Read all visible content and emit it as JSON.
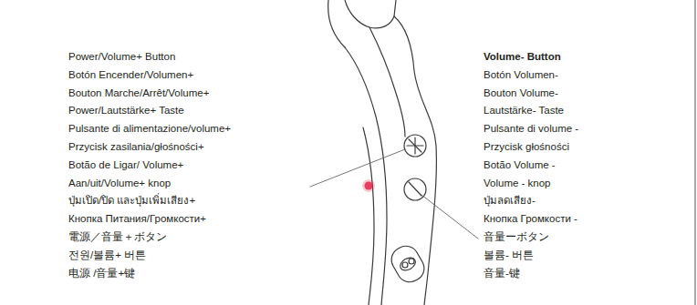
{
  "diagram": {
    "labels": [
      "Power/Volume+ Button",
      "Botón Encender/Volumen+",
      "Bouton Marche/Arrêt/Volume+",
      "Power/Lautstärke+ Taste",
      "Pulsante di alimentazione/volume+",
      "Przycisk zasilania/głośności+",
      "Botão de Ligar/ Volume+",
      "Aan/uit/Volume+ knop",
      "ปุ่มเปิด/ปิด และปุ่มเพิ่มเสียง+",
      "Кнопка Питания/Громкости+",
      "電源／音量＋ボタン",
      "전원/볼륨+ 버튼",
      "电源 /音量+键",
      "Volume- Button",
      "Botón Volumen-",
      "Bouton Volume-",
      "Lautstärke- Taste",
      "Pulsante di volume -",
      "Przycisk głośności",
      "Botão Volume -",
      "Volume - knop",
      "ปุ่มลดเสียง-",
      "Кнопка Громкости -",
      "音量ーボタン",
      "볼륨- 버튼",
      "音量-键"
    ]
  }
}
